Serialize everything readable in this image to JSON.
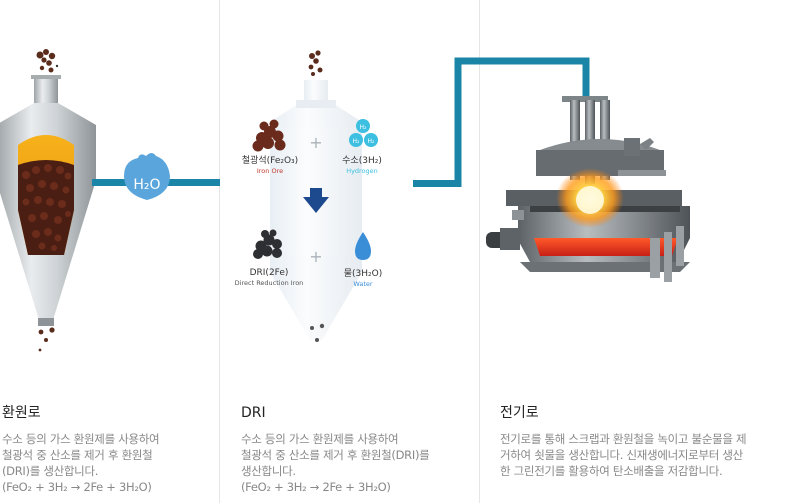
{
  "diagram": {
    "h2o_label": "H₂O",
    "center": {
      "iron_ore_label": "철광석(Fe₂O₃)",
      "iron_ore_sub": "Iron Ore",
      "hydrogen_label": "수소(3H₂)",
      "hydrogen_sub": "Hydrogen",
      "h2_badge": "H₂",
      "dri_label": "DRI(2Fe)",
      "dri_sub": "Direct Reduction Iron",
      "water_label": "물(3H₂O)",
      "water_sub": "Water",
      "plus": "+"
    }
  },
  "captions": [
    {
      "title": "환원로",
      "desc_lines": [
        "수소 등의 가스 환원제를 사용하여",
        "철광석 중 산소를 제거 후 환원철",
        "(DRI)를 생산합니다."
      ],
      "equation": "(FeO₂ + 3H₂ → 2Fe + 3H₂O)"
    },
    {
      "title": "DRI",
      "desc_lines": [
        "수소 등의 가스 환원제를 사용하여",
        "철광석 중 산소를 제거 후 환원철(DRI)를",
        "생산합니다."
      ],
      "equation": "(FeO₂ + 3H₂ → 2Fe + 3H₂O)"
    },
    {
      "title": "전기로",
      "desc_lines": [
        "전기로를 통해 스크랩과 환원철을 녹이고 불순물을 제",
        "거하여 쇳물을 생산합니다. 신재생에너지로부터 생산",
        "한 그린전기를 활용하여 탄소배출을 저감합니다."
      ]
    }
  ],
  "colors": {
    "pipe": "#1a85a6",
    "h2o_bubble": "#5aa6dc",
    "arrow": "#1d4a8e",
    "hydrogen": "#3cbfe0",
    "water": "#3a8ed8",
    "ore_text": "#c0392b"
  }
}
